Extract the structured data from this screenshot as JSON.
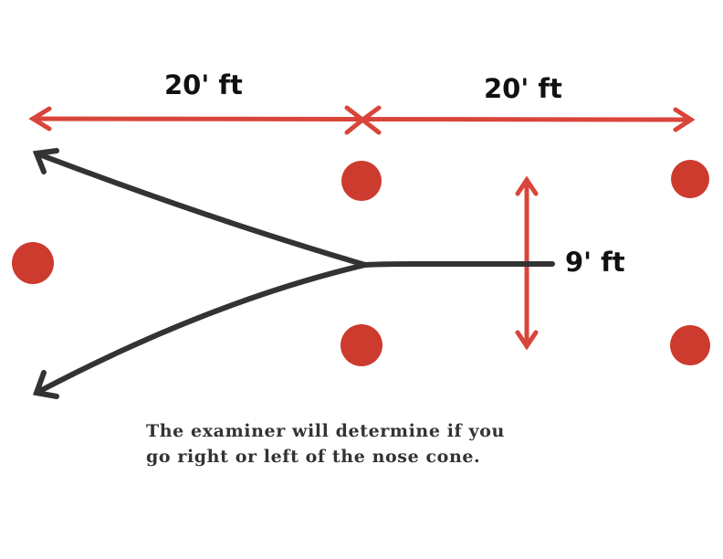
{
  "labels": {
    "left_distance": "20' ft",
    "right_distance": "20' ft",
    "width": "9' ft"
  },
  "caption": {
    "line1": "The examiner will determine if you",
    "line2": "go right or left of the nose cone."
  },
  "colors": {
    "measure": "#d9453a",
    "cone": "#cc3b2e",
    "path": "#333333"
  }
}
